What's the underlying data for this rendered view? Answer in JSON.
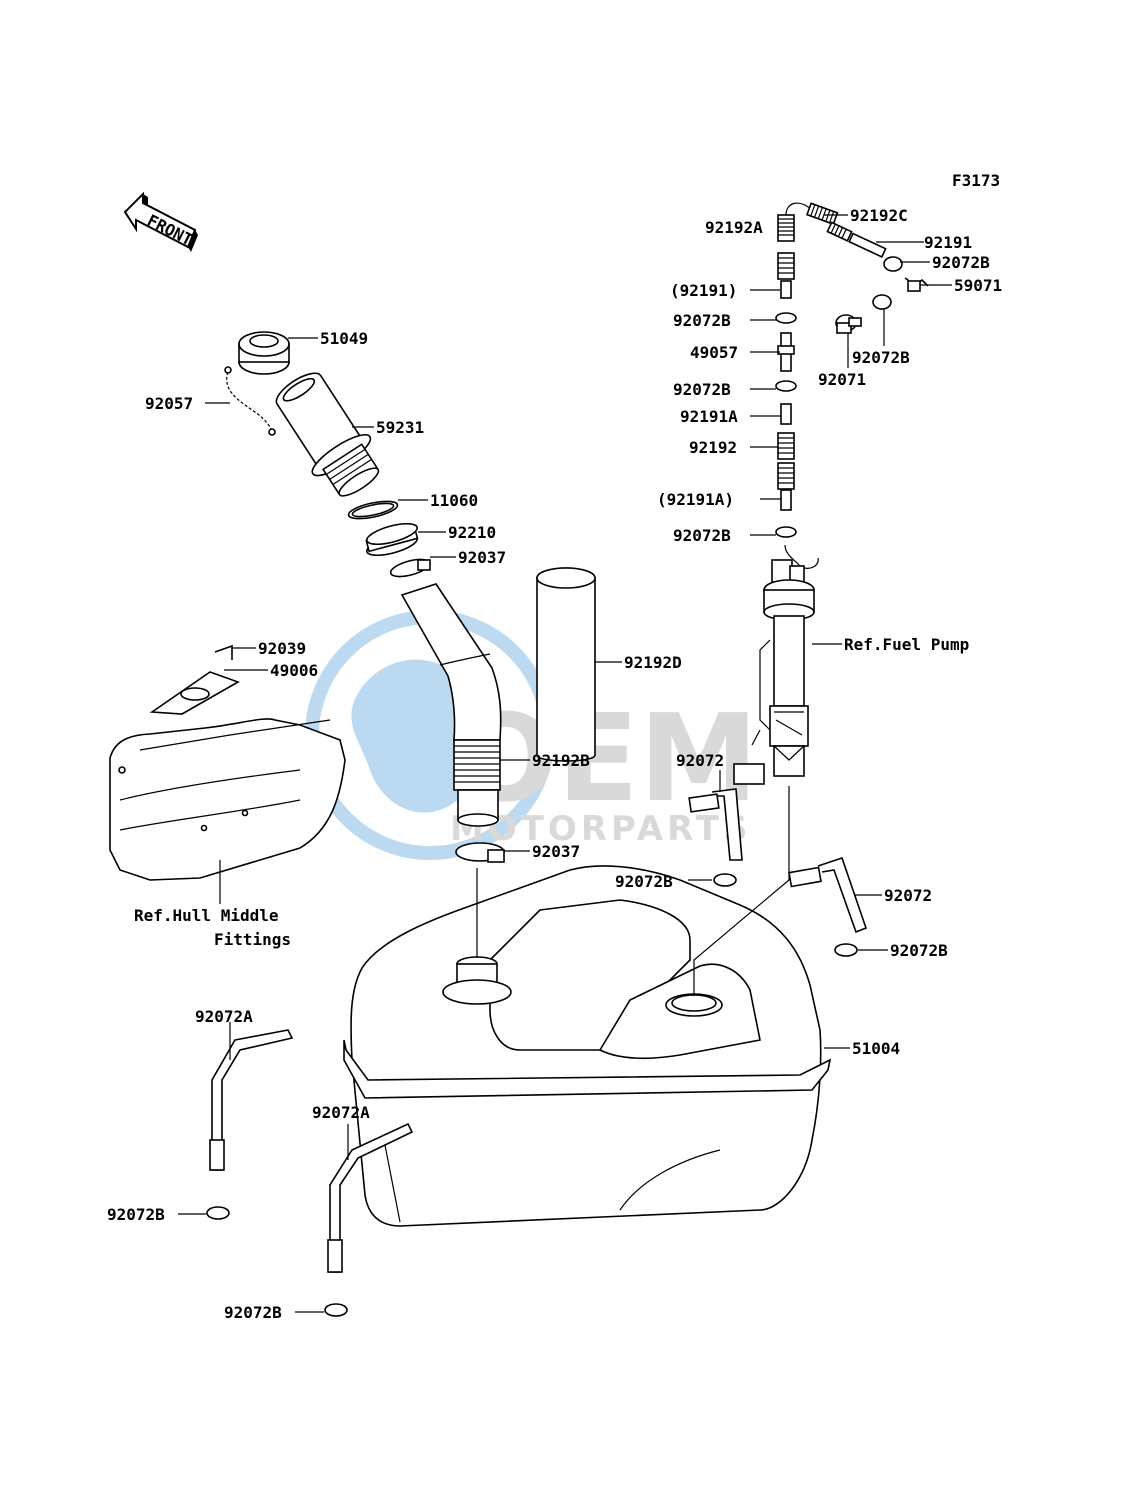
{
  "figure_code": "F3173",
  "front_arrow_label": "FRONT",
  "watermark": {
    "line1": "OEM",
    "line2": "MOTORPARTS",
    "color": "#2f8fd6"
  },
  "labels": {
    "p92192C": "92192C",
    "p92192A": "92192A",
    "p92191": "92191",
    "p92072B_a": "92072B",
    "p92191_paren": "(92191)",
    "p59071": "59071",
    "p92072B_b": "92072B",
    "p92071": "92071",
    "p92072B_c": "92072B",
    "p49057": "49057",
    "p92072B_d": "92072B",
    "p92191A": "92191A",
    "p92192": "92192",
    "p92191A_paren": "(92191A)",
    "p92072B_e": "92072B",
    "p51049": "51049",
    "p92057": "92057",
    "p59231": "59231",
    "p11060": "11060",
    "p92210": "92210",
    "p92037_a": "92037",
    "p92192D": "92192D",
    "ref_fuel_pump": "Ref.Fuel Pump",
    "p92039": "92039",
    "p49006": "49006",
    "p92192B": "92192B",
    "p92072_a": "92072",
    "p92037_b": "92037",
    "p92072B_f": "92072B",
    "p92072_b": "92072",
    "ref_hull_1": "Ref.Hull Middle",
    "ref_hull_2": "Fittings",
    "p92072B_g": "92072B",
    "p92072A_a": "92072A",
    "p51004": "51004",
    "p92072A_b": "92072A",
    "p92072B_h": "92072B",
    "p92072B_i": "92072B"
  }
}
